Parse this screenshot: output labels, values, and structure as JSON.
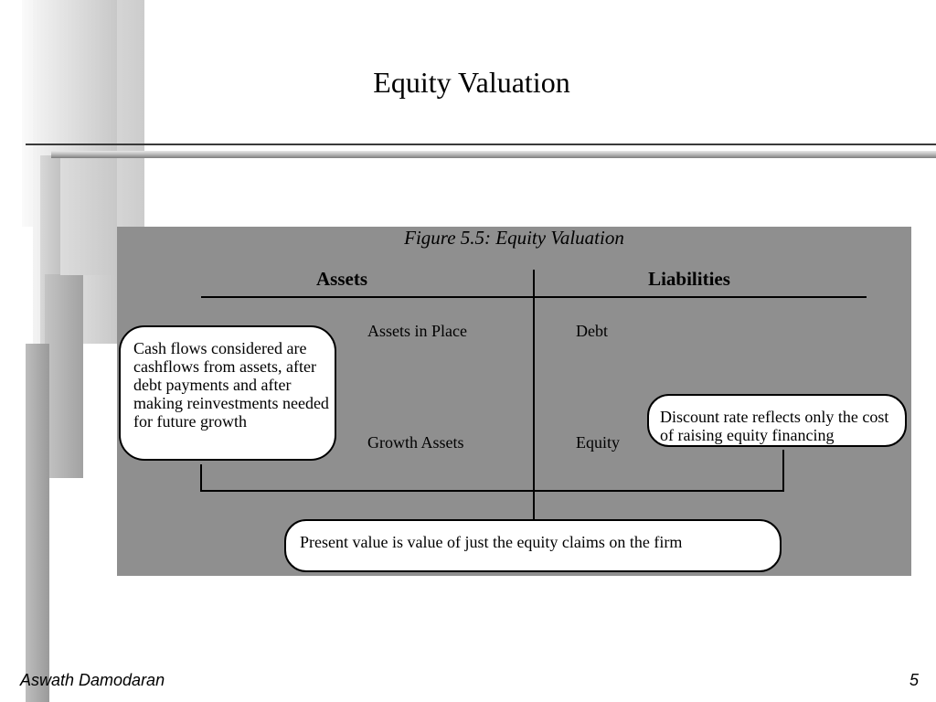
{
  "slide": {
    "title": "Equity Valuation",
    "author": "Aswath Damodaran",
    "page_number": "5"
  },
  "figure": {
    "caption": "Figure 5.5: Equity Valuation",
    "assets_header": "Assets",
    "liabilities_header": "Liabilities",
    "assets_in_place": "Assets in Place",
    "growth_assets": "Growth Assets",
    "debt": "Debt",
    "equity": "Equity",
    "callout_cashflows": "Cash flows considered are cashflows from assets, after debt payments and after making reinvestments needed for future growth",
    "callout_discount": "Discount rate reflects only the cost of raising equity financing",
    "callout_present_value": "Present value is value of just the equity claims on the firm"
  },
  "colors": {
    "panel_background": "#8f8f8f",
    "callout_background": "#ffffff",
    "line": "#000000"
  }
}
